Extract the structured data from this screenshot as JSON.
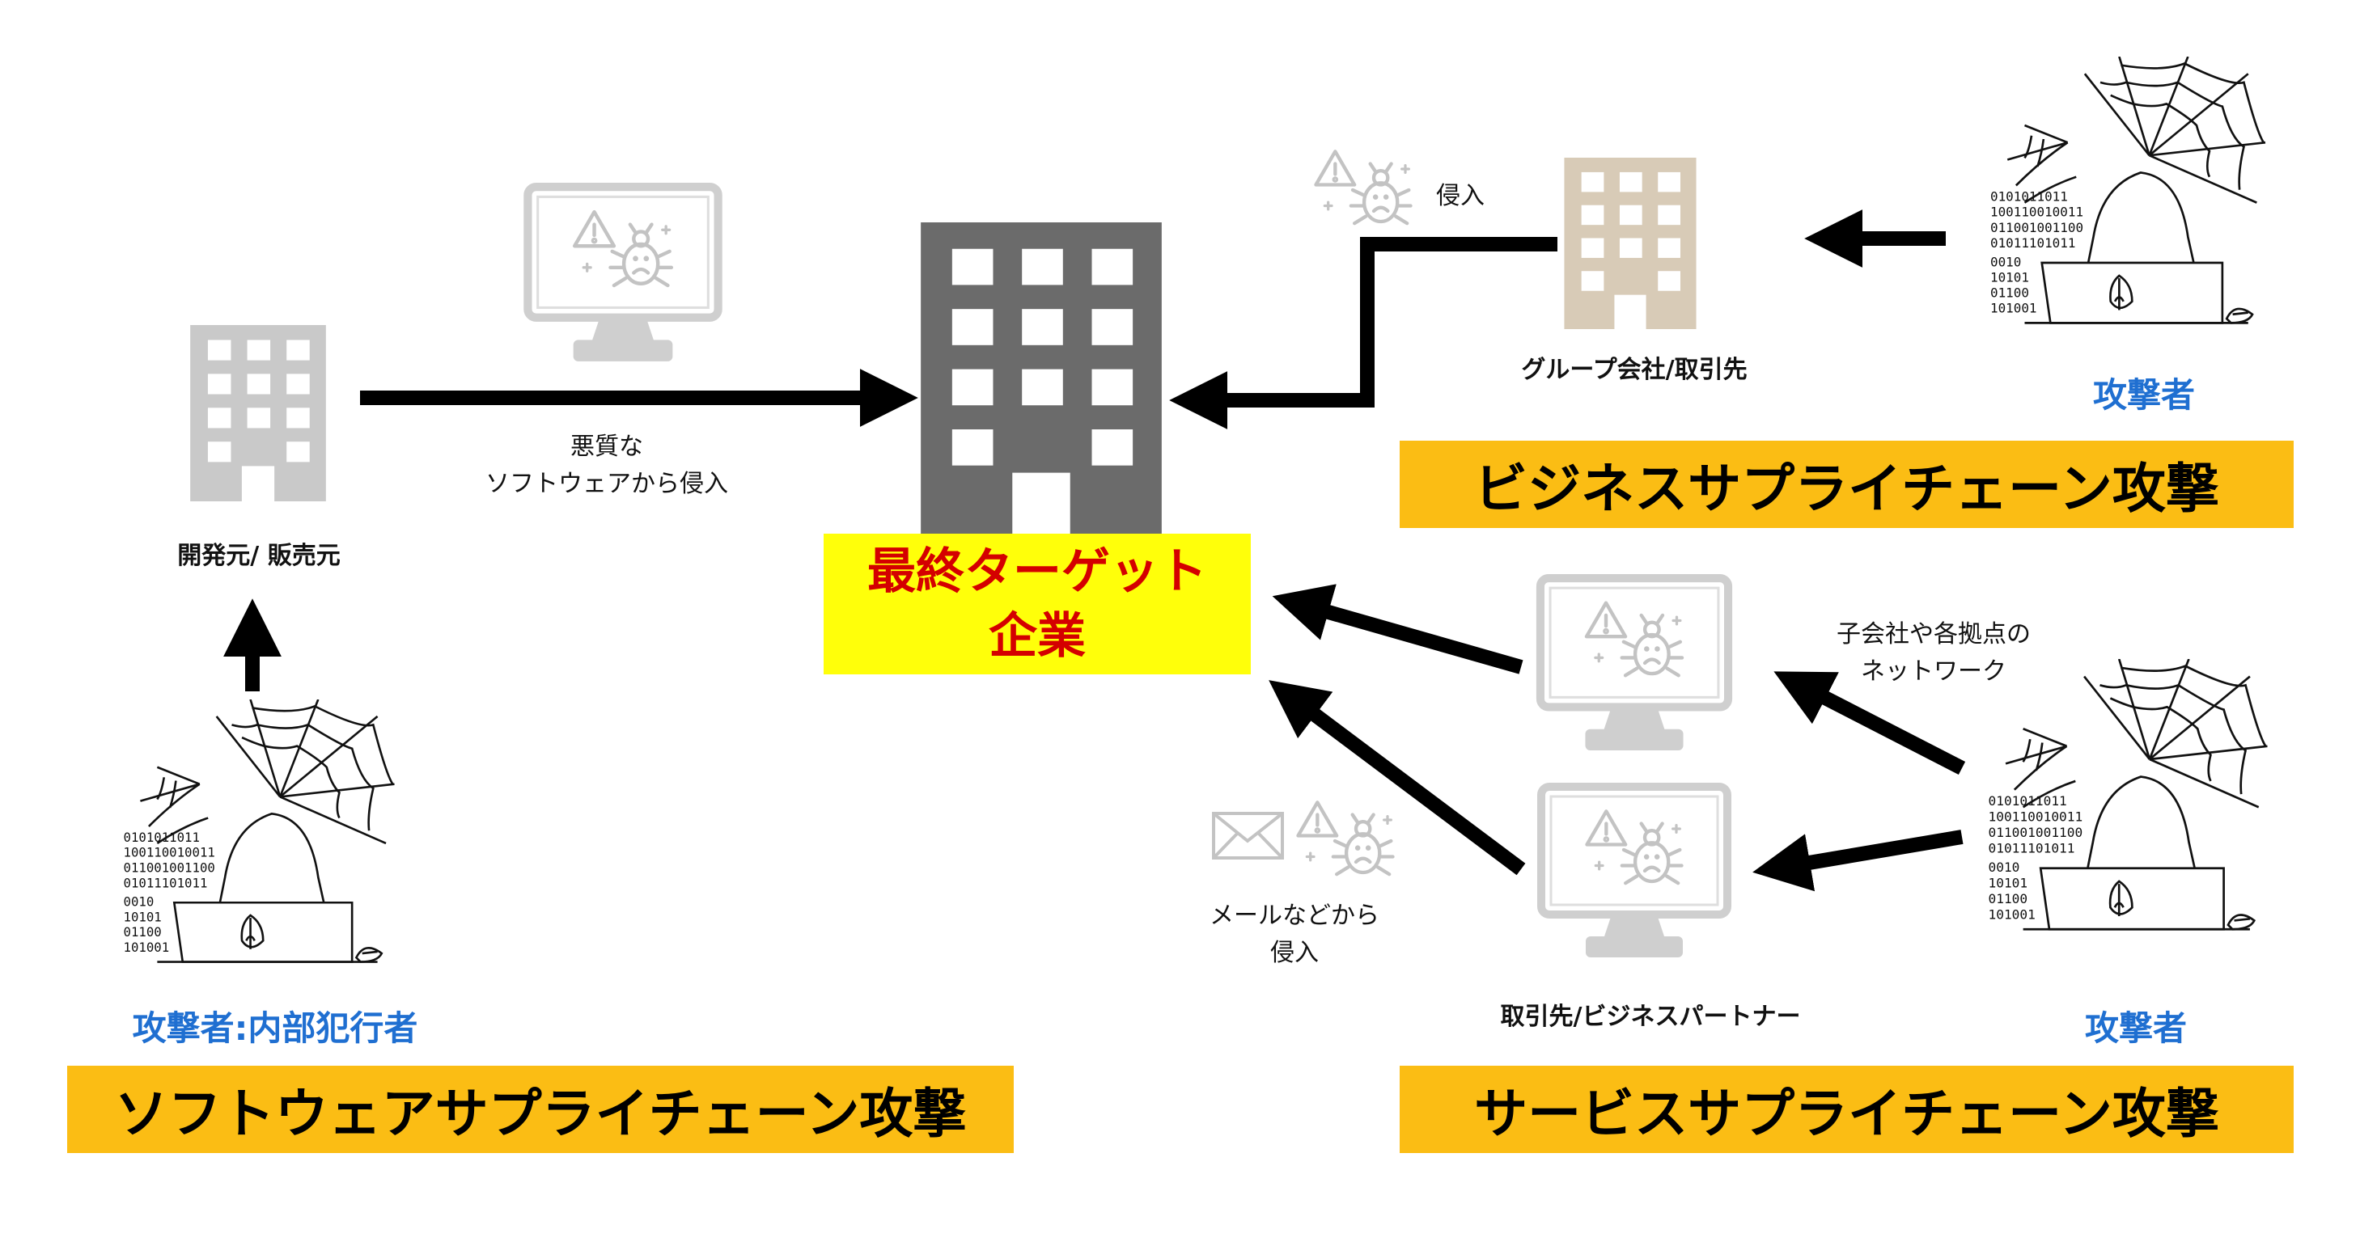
{
  "target": {
    "line1": "最終ターゲット",
    "line2": "企業"
  },
  "software": {
    "source_label": "開発元/ 販売元",
    "flow_label_line1": "悪質な",
    "flow_label_line2": "ソフトウェアから侵入",
    "attacker_label": "攻撃者:内部犯行者",
    "banner": "ソフトウェアサプライチェーン攻撃"
  },
  "business": {
    "intrusion_label": "侵入",
    "group_label": "グループ会社/取引先",
    "attacker_label": "攻撃者",
    "banner": "ビジネスサプライチェーン攻撃"
  },
  "service": {
    "network_label_line1": "子会社や各拠点の",
    "network_label_line2": "ネットワーク",
    "mail_label_line1": "メールなどから",
    "mail_label_line2": "侵入",
    "partner_label": "取引先/ビジネスパートナー",
    "attacker_label": "攻撃者",
    "banner": "サービスサプライチェーン攻撃"
  },
  "binary_text": [
    "0101011011",
    "100110010011",
    "011001001100",
    "01011101011",
    "0010",
    "10101",
    "01100",
    "101001"
  ],
  "colors": {
    "target_building": "#6b6b6b",
    "source_building": "#c9c9c9",
    "group_building": "#d8cbb7",
    "monitor": "#cfcfcf",
    "banner": "#fbbd14",
    "target_box": "#ffff0a",
    "target_text": "#d40000",
    "attacker_text": "#1f6fd1"
  }
}
